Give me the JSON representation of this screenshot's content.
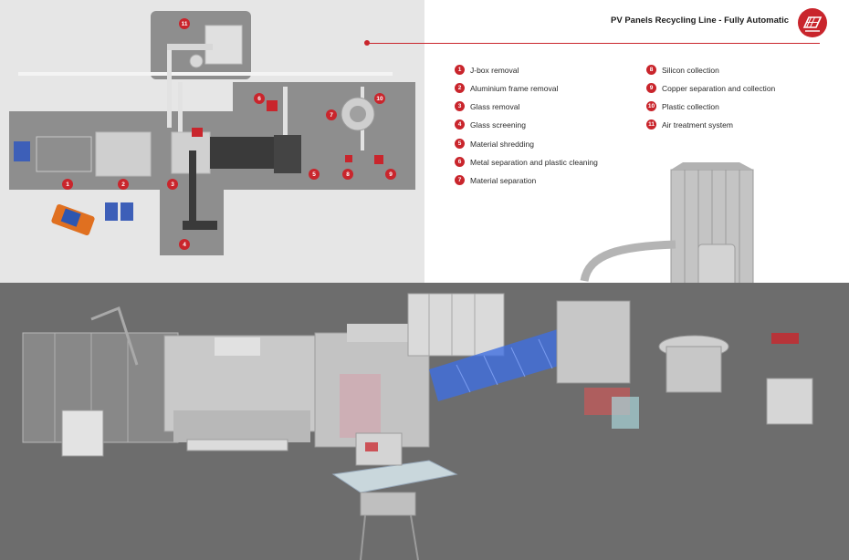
{
  "header": {
    "title": "PV Panels Recycling Line - Fully Automatic",
    "logo_icon": "solar-panel-recycle-icon"
  },
  "accent_color": "#c9252c",
  "legend": [
    {
      "num": "1",
      "label": "J-box removal"
    },
    {
      "num": "2",
      "label": "Aluminium frame removal"
    },
    {
      "num": "3",
      "label": "Glass removal"
    },
    {
      "num": "4",
      "label": "Glass screening"
    },
    {
      "num": "5",
      "label": "Material shredding"
    },
    {
      "num": "6",
      "label": "Metal separation and plastic cleaning"
    },
    {
      "num": "7",
      "label": "Material separation"
    },
    {
      "num": "8",
      "label": "Silicon collection"
    },
    {
      "num": "9",
      "label": "Copper separation and collection"
    },
    {
      "num": "10",
      "label": "Plastic collection"
    },
    {
      "num": "11",
      "label": "Air treatment system"
    }
  ],
  "plan_markers": [
    "1",
    "2",
    "3",
    "4",
    "5",
    "6",
    "7",
    "8",
    "9",
    "10",
    "11"
  ]
}
